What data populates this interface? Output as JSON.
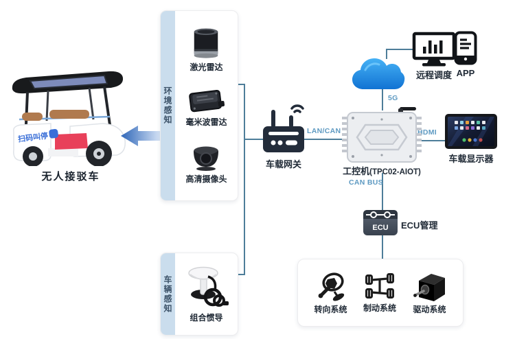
{
  "vehicle": {
    "label": "无人接驳车",
    "side_text": "扫码叫停"
  },
  "env_panel": {
    "sidebar": "环境感知",
    "items": [
      {
        "icon": "lidar-icon",
        "label": "激光雷达"
      },
      {
        "icon": "mmwave-radar-icon",
        "label": "毫米波雷达"
      },
      {
        "icon": "hd-camera-icon",
        "label": "高清摄像头"
      }
    ]
  },
  "vehicle_panel": {
    "sidebar": "车辆感知",
    "items": [
      {
        "icon": "gnss-antenna-icon",
        "label": "组合惯导"
      }
    ]
  },
  "gateway": {
    "label": "车载网关"
  },
  "links": {
    "lan_can": "LAN/CAN",
    "g5": "5G",
    "hdmi": "HDMI",
    "can_bus": "CAN BUS"
  },
  "remote": {
    "monitor_label": "远程调度",
    "app_label": "APP"
  },
  "ipc": {
    "label": "工控机",
    "model": "(TPC02-AIOT)"
  },
  "display": {
    "label": "车载显示器"
  },
  "ecu": {
    "chip_text": "ECU",
    "label": "ECU管理"
  },
  "actuation_panel": {
    "items": [
      {
        "icon": "steering-icon",
        "label": "转向系统"
      },
      {
        "icon": "brake-icon",
        "label": "制动系统"
      },
      {
        "icon": "motor-icon",
        "label": "驱动系统"
      }
    ]
  },
  "colors": {
    "line": "#4d7d99",
    "link_label": "#5e9ac2",
    "sidebar": "#cadded",
    "dark_icon": "#1f2733",
    "cloud_top": "#45b1f5",
    "cloud_bottom": "#1173d3",
    "arrow_tip": "#2e66b8",
    "arrow_tail": "#d7e4f6"
  }
}
